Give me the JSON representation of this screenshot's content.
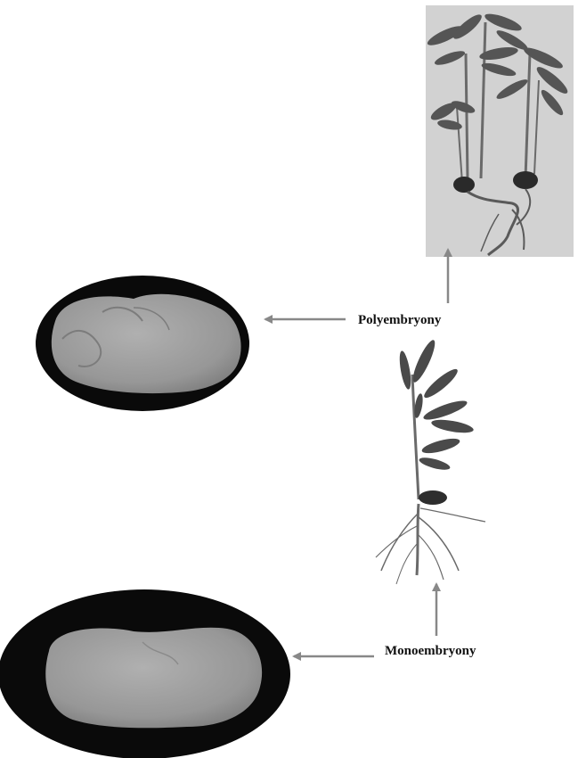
{
  "labels": {
    "polyembryony": "Polyembryony",
    "monoembryony": "Monoembryony"
  },
  "colors": {
    "arrow": "#888888",
    "seed_background": "#0a0a0a",
    "seed_fill": "#9a9a9a",
    "photo_background": "#d2d2d2",
    "plant_leaf": "#4a4a4a",
    "plant_stem": "#6a6a6a"
  },
  "images": [
    {
      "name": "polyembryonic-seed-photo",
      "description_icon": "seed-icon"
    },
    {
      "name": "monoembryonic-seed-photo",
      "description_icon": "seed-icon"
    },
    {
      "name": "polyembryonic-seedlings-photo",
      "description_icon": "seedling-icon"
    },
    {
      "name": "monoembryonic-seedling-photo",
      "description_icon": "seedling-icon"
    }
  ]
}
